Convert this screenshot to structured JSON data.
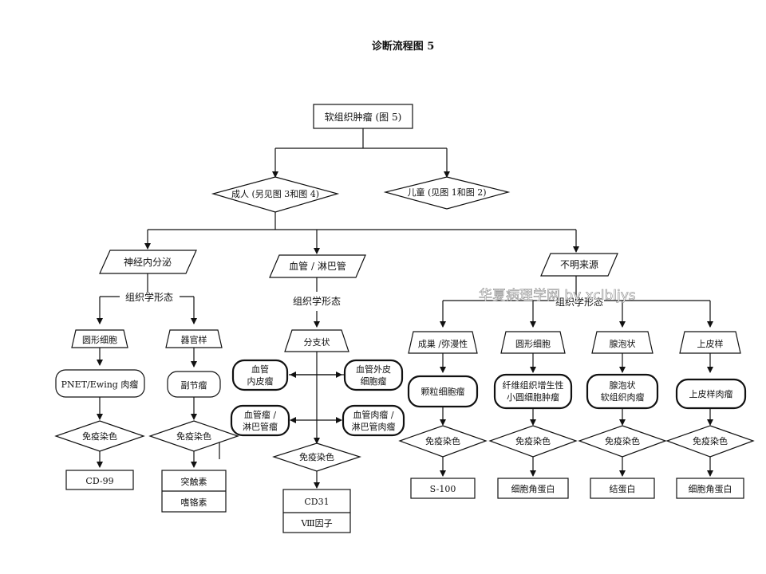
{
  "title": "诊断流程图 5",
  "watermark": "华夏病理学网 by xclbljys",
  "root": "软组织肿瘤 (图 5)",
  "adult": "成人 (另见图 3和图 4)",
  "child": "儿童 (见图 1和图 2)",
  "categories": {
    "neuro": "神经内分泌",
    "vascular": "血管 / 淋巴管",
    "unknown": "不明来源"
  },
  "morphology_label": "组织学形态",
  "neuro": {
    "round": "圆形细胞",
    "organoid": "器官样",
    "pnet": "PNET/Ewing 肉瘤",
    "paraganglioma": "副节瘤",
    "ihc": "免疫染色",
    "cd99": "CD-99",
    "synaptophysin": "突触素",
    "chromogranin": "嗜铬素"
  },
  "vascular": {
    "branching": "分支状",
    "endothelioma": [
      "血管",
      "内皮瘤"
    ],
    "hemangiopericytoma": [
      "血管外皮",
      "细胞瘤"
    ],
    "hemangioma": [
      "血管瘤 /",
      "淋巴管瘤"
    ],
    "angiosarcoma": [
      "血管肉瘤 /",
      "淋巴管肉瘤"
    ],
    "ihc": "免疫染色",
    "cd31": "CD31",
    "factor8": "Ⅷ因子"
  },
  "unknown": {
    "columns": [
      {
        "morph": "成巢 /弥漫性",
        "tumor": [
          "颗粒细胞瘤"
        ],
        "ihc": "免疫染色",
        "marker": "S-100"
      },
      {
        "morph": "圆形细胞",
        "tumor": [
          "纤维组织增生性",
          "小圆细胞肿瘤"
        ],
        "ihc": "免疫染色",
        "marker": "细胞角蛋白"
      },
      {
        "morph": "腺泡状",
        "tumor": [
          "腺泡状",
          "软组织肉瘤"
        ],
        "ihc": "免疫染色",
        "marker": "结蛋白"
      },
      {
        "morph": "上皮样",
        "tumor": [
          "上皮样肉瘤"
        ],
        "ihc": "免疫染色",
        "marker": "细胞角蛋白"
      }
    ]
  }
}
